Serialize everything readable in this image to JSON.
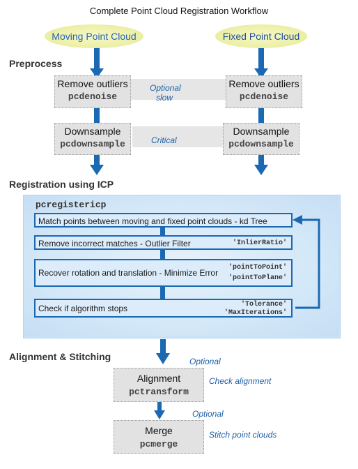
{
  "title": "Complete Point Cloud Registration Workflow",
  "inputs": {
    "moving": "Moving Point Cloud",
    "fixed": "Fixed Point Cloud"
  },
  "sections": {
    "preprocess": "Preprocess",
    "registration": "Registration using ICP",
    "alignment": "Alignment & Stitching"
  },
  "preprocess": {
    "outliers": {
      "label": "Remove outliers",
      "func": "pcdenoise"
    },
    "downsample": {
      "label": "Downsample",
      "func": "pcdownsample"
    },
    "notes": {
      "optional": "Optional",
      "slow": "slow",
      "critical": "Critical"
    }
  },
  "icp": {
    "func": "pcregistericp",
    "steps": [
      {
        "label": "Match points between moving and fixed point clouds - kd Tree",
        "params": []
      },
      {
        "label": "Remove incorrect matches - Outlier Filter",
        "params": [
          "'InlierRatio'"
        ]
      },
      {
        "label": "Recover rotation and translation - Minimize Error",
        "params": [
          "'pointToPoint'",
          "'pointToPlane'"
        ]
      },
      {
        "label": "Check if algorithm stops",
        "params": [
          "'Tolerance'",
          "'MaxIterations'"
        ]
      }
    ]
  },
  "alignment": {
    "box": {
      "label": "Alignment",
      "func": "pctransform"
    },
    "optional": "Optional",
    "note": "Check alignment"
  },
  "merge": {
    "box": {
      "label": "Merge",
      "func": "pcmerge"
    },
    "optional": "Optional",
    "note": "Stitch point clouds"
  },
  "colors": {
    "arrow": "#1b68b3",
    "box": "#e2e2e2",
    "icp_panel": "#c9e2f6",
    "note": "#1f5fa8"
  }
}
